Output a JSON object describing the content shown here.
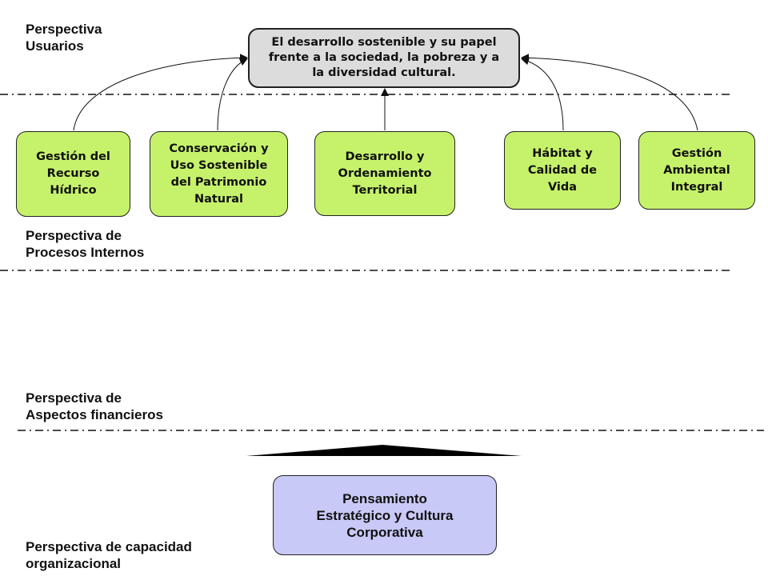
{
  "perspectives": {
    "usuarios": "Perspectiva\nUsuarios",
    "procesos": "Perspectiva de\nProcesos  Internos",
    "financieros": "Perspectiva de\nAspectos financieros",
    "capacidad": "Perspectiva de capacidad\norganizacional"
  },
  "goal": "El desarrollo sostenible y su papel\nfrente a la sociedad, la pobreza y a\nla diversidad cultural.",
  "processes": [
    "Gestión del\nRecurso\nHídrico",
    "Conservación y\nUso Sostenible\ndel Patrimonio\nNatural",
    "Desarrollo y\nOrdenamiento\nTerritorial",
    "Hábitat y\nCalidad de\nVida",
    "Gestión\nAmbiental\nIntegral"
  ],
  "foundation": "Pensamiento\nEstratégico y Cultura\nCorporativa",
  "colors": {
    "process_fill": "#c6f26b",
    "goal_fill": "#dcdcdc",
    "foundation_fill": "#c9c9f7"
  }
}
